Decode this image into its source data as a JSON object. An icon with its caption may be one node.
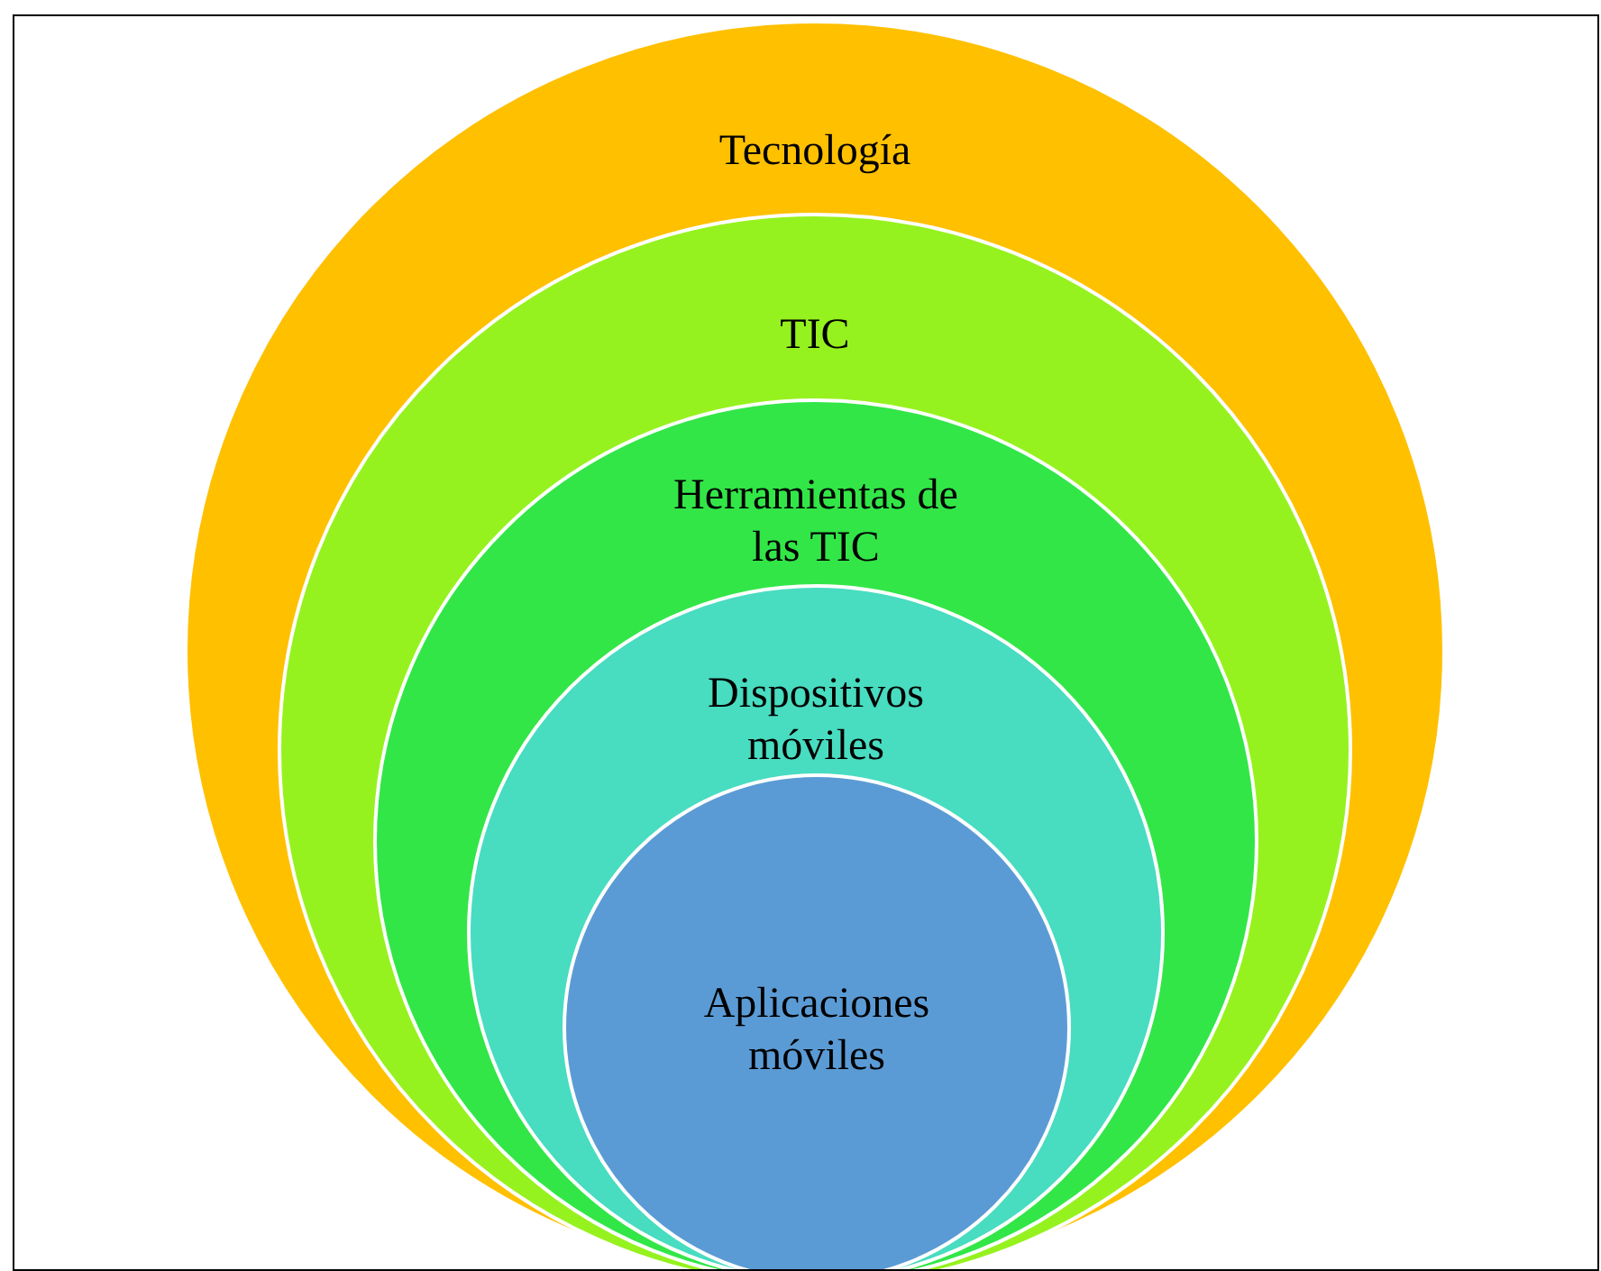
{
  "diagram": {
    "nodes": [
      {
        "text": [
          "Tecnología"
        ]
      },
      {
        "text": [
          "TIC"
        ],
        "in": 0
      },
      {
        "text": [
          "Herramientas de las TIC"
        ],
        "in": 1
      },
      {
        "text": [
          "Dispositivos móviles"
        ],
        "in": 2
      },
      {
        "text": [
          "Aplicaciones móviles"
        ],
        "in": 3
      }
    ]
  }
}
